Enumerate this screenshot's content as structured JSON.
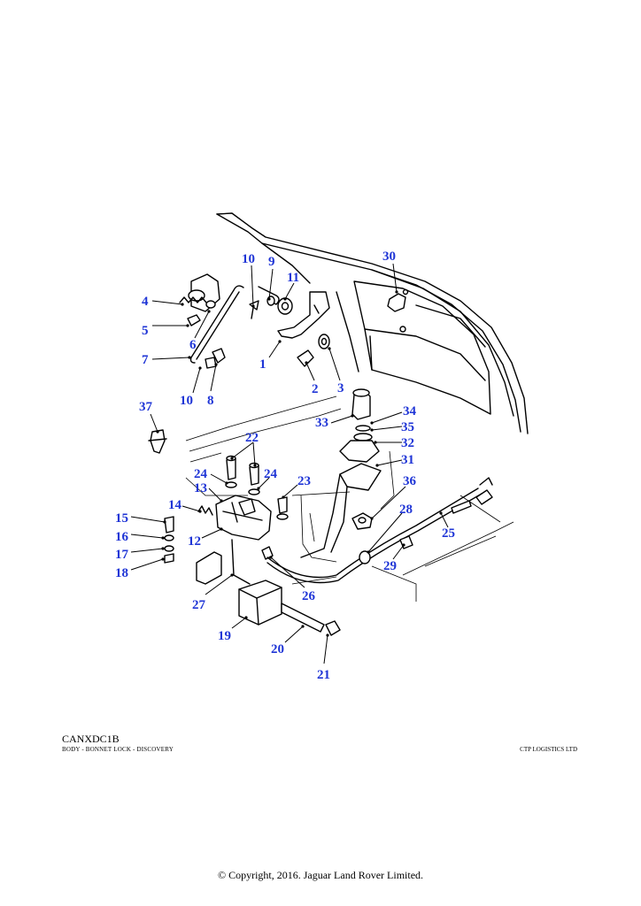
{
  "diagram": {
    "code": "CANXDC1B",
    "title": "BODY - BONNET LOCK - DISCOVERY",
    "company": "CTP LOGISTICS LTD",
    "copyright": "© Copyright, 2016. Jaguar Land Rover Limited."
  },
  "callouts": [
    "1",
    "2",
    "3",
    "4",
    "5",
    "6",
    "7",
    "8",
    "9",
    "10",
    "10",
    "11",
    "12",
    "13",
    "14",
    "15",
    "16",
    "17",
    "18",
    "19",
    "20",
    "21",
    "22",
    "23",
    "24",
    "24",
    "25",
    "26",
    "27",
    "28",
    "29",
    "30",
    "31",
    "32",
    "33",
    "34",
    "35",
    "36",
    "37"
  ]
}
